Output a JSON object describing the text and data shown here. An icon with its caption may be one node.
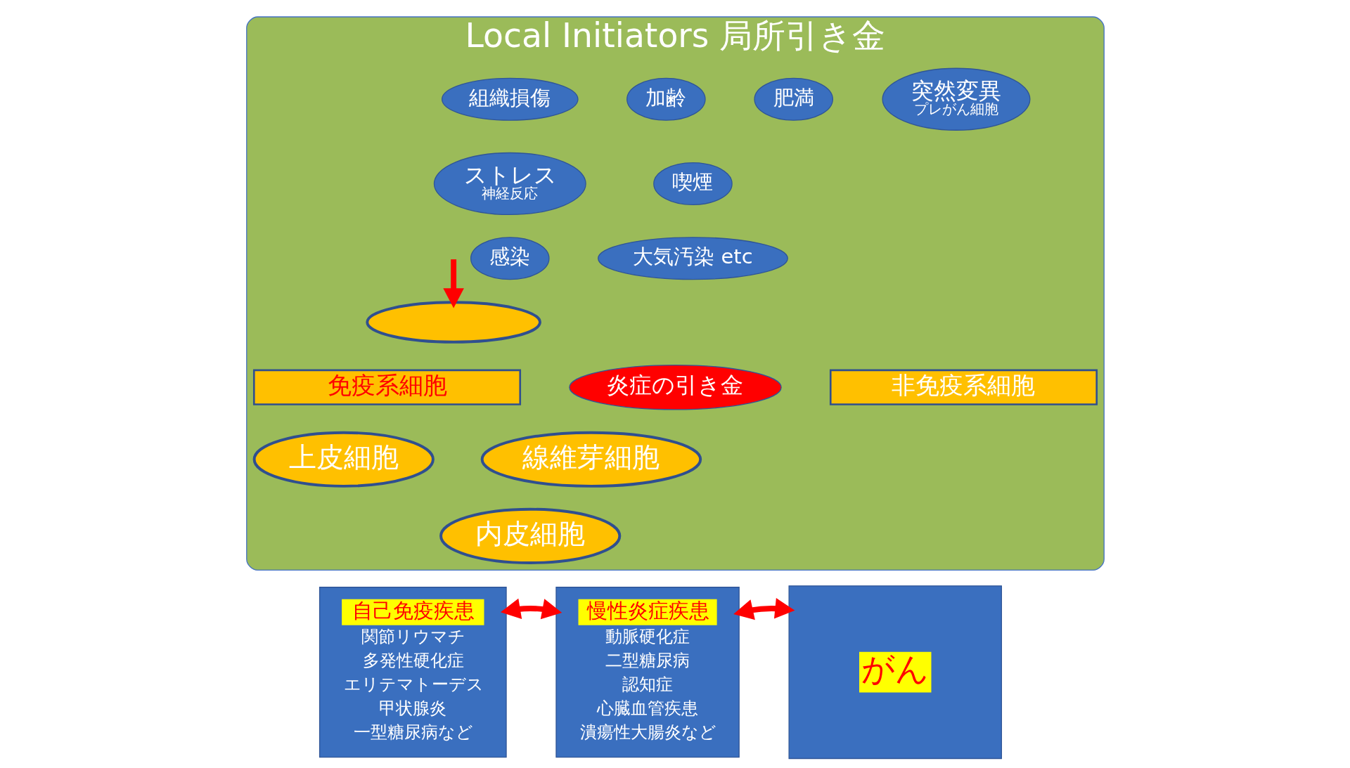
{
  "diagram": {
    "nodes": [
      {
        "text": [
          "Local Initiators 局所引き金"
        ]
      },
      {
        "text": [
          "組織損傷"
        ],
        "in": 0
      },
      {
        "text": [
          "加齢"
        ],
        "in": 0
      },
      {
        "text": [
          "肥満"
        ],
        "in": 0
      },
      {
        "text": [
          "突然変異",
          "プレがん細胞"
        ],
        "in": 0
      },
      {
        "text": [
          "ストレス",
          "神経反応"
        ],
        "in": 0
      },
      {
        "text": [
          "喫煙"
        ],
        "in": 0
      },
      {
        "text": [
          "感染"
        ],
        "in": 0
      },
      {
        "text": [
          "大気汚染 etc"
        ],
        "in": 0
      },
      {
        "text": [],
        "shape": "ellipse",
        "in": 0
      },
      {
        "text": [
          "免疫系細胞"
        ],
        "in": 0
      },
      {
        "text": [
          "炎症の引き金"
        ],
        "in": 0
      },
      {
        "text": [
          "非免疫系細胞"
        ],
        "in": 0
      },
      {
        "text": [
          "上皮細胞"
        ],
        "in": 0
      },
      {
        "text": [
          "線維芽細胞"
        ],
        "in": 0
      },
      {
        "text": [
          "内皮細胞"
        ],
        "in": 0
      },
      {
        "text": [
          "自己免疫疾患",
          "関節リウマチ",
          "多発性硬化症",
          "エリテマトーデス",
          "甲状腺炎",
          "一型糖尿病など"
        ]
      },
      {
        "text": [
          "慢性炎症疾患",
          "動脈硬化症",
          "二型糖尿病",
          "認知症",
          "心臓血管疾患",
          "潰瘍性大腸炎など"
        ]
      },
      {
        "text": [
          "がん"
        ]
      }
    ],
    "edges": [
      {
        "from": null,
        "to": 9,
        "arrow": "to"
      },
      {
        "from": 16,
        "to": 17,
        "arrow": "both"
      },
      {
        "from": 17,
        "to": 18,
        "arrow": "both"
      }
    ]
  }
}
